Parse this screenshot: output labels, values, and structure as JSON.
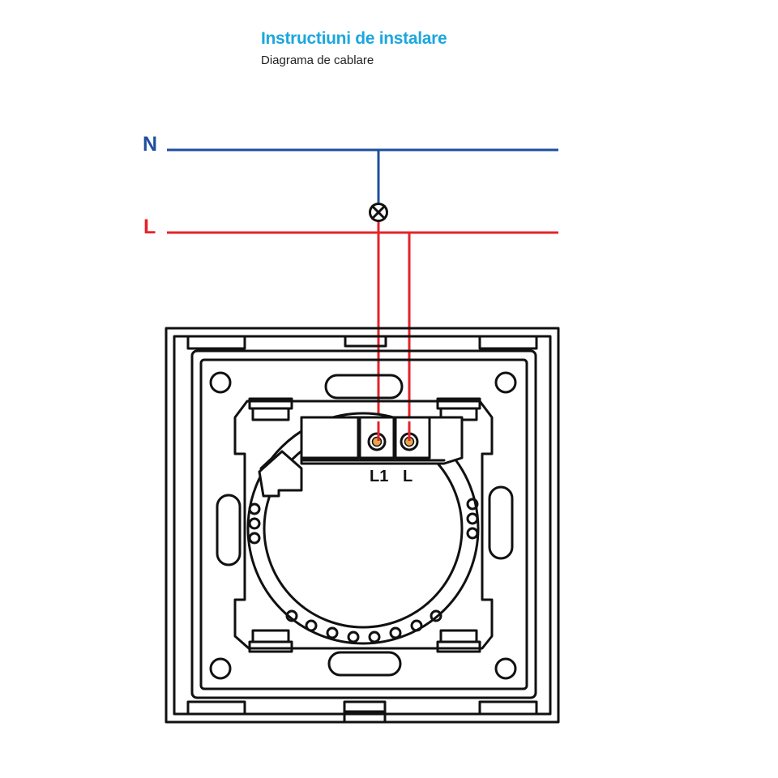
{
  "header": {
    "title": "Instructiuni de instalare",
    "subtitle": "Diagrama de cablare"
  },
  "lines": {
    "neutral_label": "N",
    "live_label": "L"
  },
  "terminals": {
    "l1_label": "L1",
    "l_label": "L"
  },
  "colors": {
    "title": "#1ba7dd",
    "neutral": "#1f4e9e",
    "live": "#e42329",
    "terminal_fill": "#e8a64a",
    "outline": "#111111"
  }
}
